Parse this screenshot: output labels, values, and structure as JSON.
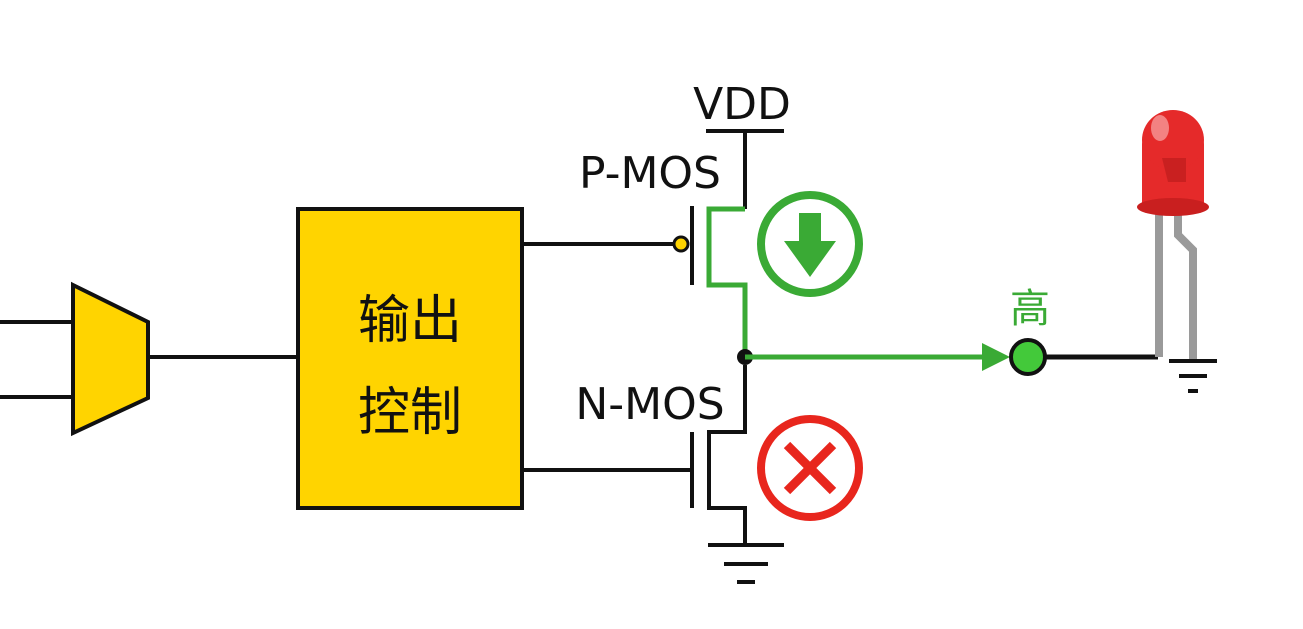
{
  "labels": {
    "vdd": "VDD",
    "pmos": "P-MOS",
    "nmos": "N-MOS",
    "block_line1": "输出",
    "block_line2": "控制",
    "output_level": "高"
  },
  "colors": {
    "wire": "#111111",
    "block_fill": "#FFD400",
    "active_green": "#3aaa35",
    "off_red": "#e8261d",
    "output_node": "#43c93a",
    "led_red": "#e52a2a",
    "led_lead": "#9a9a9a"
  },
  "icons": {
    "pmos_state": "down-arrow-circle-icon",
    "nmos_state": "x-circle-icon",
    "load": "led-icon"
  }
}
